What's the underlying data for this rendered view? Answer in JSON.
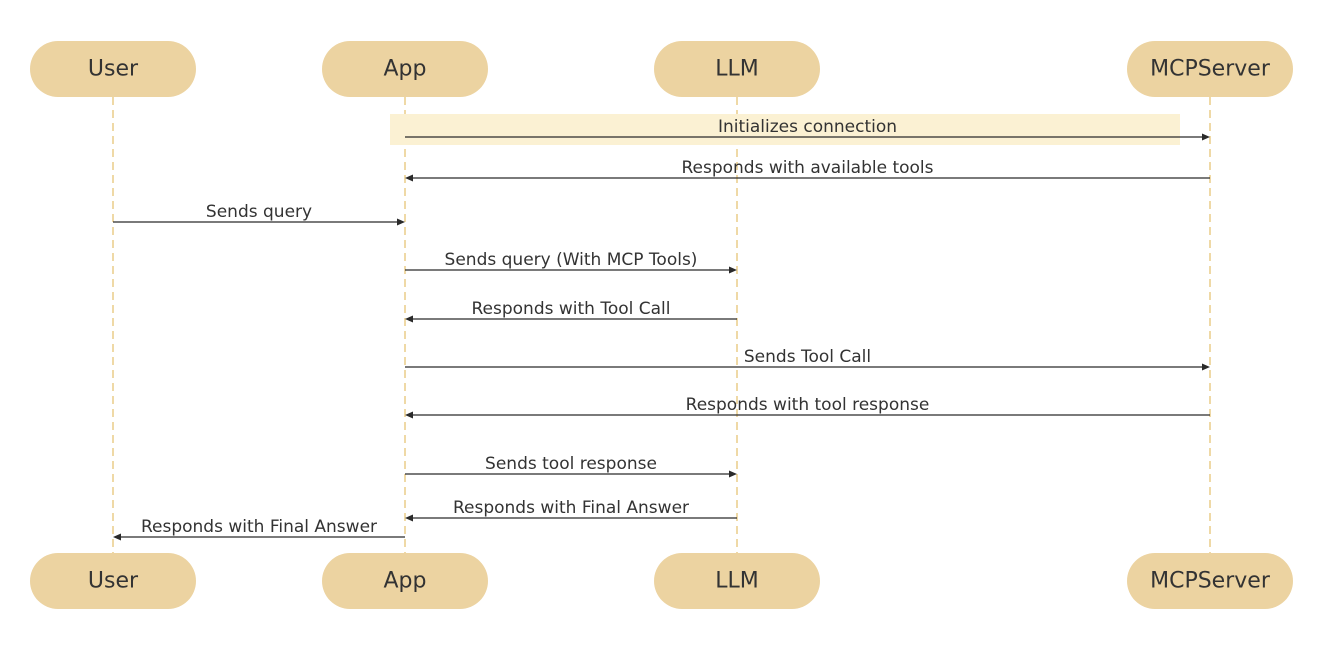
{
  "participants": [
    {
      "id": "user",
      "label": "User"
    },
    {
      "id": "app",
      "label": "App"
    },
    {
      "id": "llm",
      "label": "LLM"
    },
    {
      "id": "mcp",
      "label": "MCPServer"
    }
  ],
  "messages": [
    {
      "from": "app",
      "to": "mcp",
      "label": "Initializes connection",
      "highlighted": true
    },
    {
      "from": "mcp",
      "to": "app",
      "label": "Responds with available tools"
    },
    {
      "from": "user",
      "to": "app",
      "label": "Sends query"
    },
    {
      "from": "app",
      "to": "llm",
      "label": "Sends query (With MCP Tools)"
    },
    {
      "from": "llm",
      "to": "app",
      "label": "Responds with Tool Call"
    },
    {
      "from": "app",
      "to": "mcp",
      "label": "Sends Tool Call"
    },
    {
      "from": "mcp",
      "to": "app",
      "label": "Responds with tool response"
    },
    {
      "from": "app",
      "to": "llm",
      "label": "Sends tool response"
    },
    {
      "from": "llm",
      "to": "app",
      "label": "Responds with Final Answer"
    },
    {
      "from": "app",
      "to": "user",
      "label": "Responds with Final Answer"
    }
  ],
  "colors": {
    "participant_fill": "#ecd3a1",
    "lifeline": "#efd9a6",
    "highlight_band": "#fbf1d3",
    "arrow": "#2a2a2a",
    "text": "#333333"
  }
}
